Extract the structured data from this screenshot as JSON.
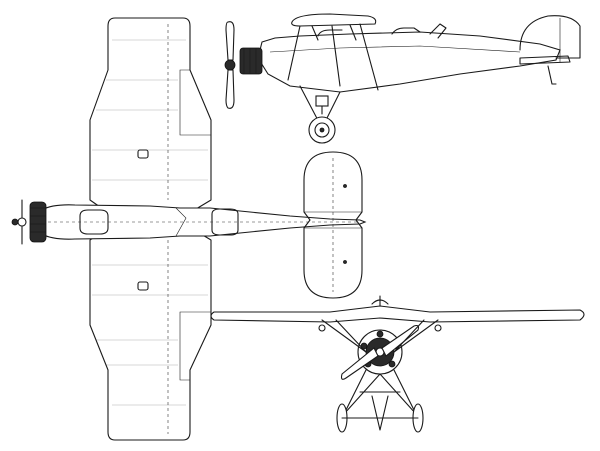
{
  "drawing": {
    "views": [
      "top-view",
      "side-view",
      "front-view",
      "tailplane-view"
    ]
  }
}
